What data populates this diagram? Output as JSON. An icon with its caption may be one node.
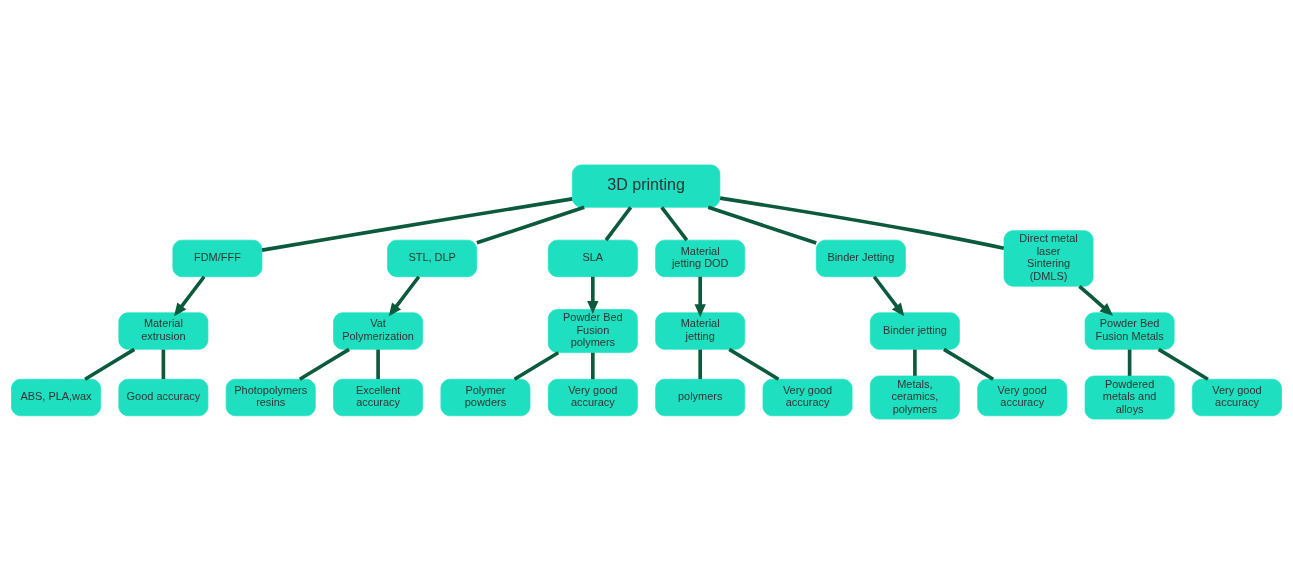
{
  "diagram": {
    "nodes": [
      {
        "text": [
          "3D printing"
        ]
      },
      {
        "text": [
          "FDM/FFF"
        ]
      },
      {
        "text": [
          "STL, DLP"
        ]
      },
      {
        "text": [
          "SLA"
        ]
      },
      {
        "text": [
          "Material jetting DOD"
        ]
      },
      {
        "text": [
          "Binder Jetting"
        ]
      },
      {
        "text": [
          "Direct metal laser Sintering (DMLS)"
        ]
      },
      {
        "text": [
          "Material extrusion"
        ]
      },
      {
        "text": [
          "Vat Polymerization"
        ]
      },
      {
        "text": [
          "Powder Bed Fusion polymers"
        ]
      },
      {
        "text": [
          "Material jetting"
        ]
      },
      {
        "text": [
          "Binder jetting"
        ]
      },
      {
        "text": [
          "Powder Bed Fusion Metals"
        ]
      },
      {
        "text": [
          "ABS, PLA,wax"
        ]
      },
      {
        "text": [
          "Photopolymers resins"
        ]
      },
      {
        "text": [
          "Polymer powders"
        ]
      },
      {
        "text": [
          "polymers"
        ]
      },
      {
        "text": [
          "Metals, ceramics, polymers"
        ]
      },
      {
        "text": [
          "Powdered metals and alloys"
        ]
      },
      {
        "text": [
          "Good accuracy"
        ]
      },
      {
        "text": [
          "Excellent accuracy"
        ]
      },
      {
        "text": [
          "Very good accuracy"
        ]
      },
      {
        "text": [
          "Very good accuracy"
        ]
      },
      {
        "text": [
          "Very good accuracy"
        ]
      },
      {
        "text": [
          "Very good accuracy"
        ]
      }
    ],
    "edges": [
      {
        "from": 0,
        "to": 1,
        "arrow": "none"
      },
      {
        "from": 0,
        "to": 2,
        "arrow": "none"
      },
      {
        "from": 0,
        "to": 3,
        "arrow": "none"
      },
      {
        "from": 0,
        "to": 4,
        "arrow": "none"
      },
      {
        "from": 0,
        "to": 5,
        "arrow": "none"
      },
      {
        "from": 0,
        "to": 6,
        "arrow": "none"
      },
      {
        "from": 1,
        "to": 7,
        "arrow": "to"
      },
      {
        "from": 2,
        "to": 8,
        "arrow": "to"
      },
      {
        "from": 3,
        "to": 9,
        "arrow": "to"
      },
      {
        "from": 4,
        "to": 10,
        "arrow": "to"
      },
      {
        "from": 5,
        "to": 11,
        "arrow": "to"
      },
      {
        "from": 6,
        "to": 12,
        "arrow": "to"
      },
      {
        "from": 7,
        "to": 13,
        "arrow": "none"
      },
      {
        "from": 7,
        "to": 19,
        "arrow": "none"
      },
      {
        "from": 8,
        "to": 14,
        "arrow": "none"
      },
      {
        "from": 8,
        "to": 20,
        "arrow": "none"
      },
      {
        "from": 9,
        "to": 15,
        "arrow": "none"
      },
      {
        "from": 9,
        "to": 21,
        "arrow": "none"
      },
      {
        "from": 10,
        "to": 16,
        "arrow": "none"
      },
      {
        "from": 10,
        "to": 22,
        "arrow": "none"
      },
      {
        "from": 11,
        "to": 17,
        "arrow": "none"
      },
      {
        "from": 11,
        "to": 23,
        "arrow": "none"
      },
      {
        "from": 12,
        "to": 18,
        "arrow": "none"
      },
      {
        "from": 12,
        "to": 24,
        "arrow": "none"
      }
    ]
  }
}
